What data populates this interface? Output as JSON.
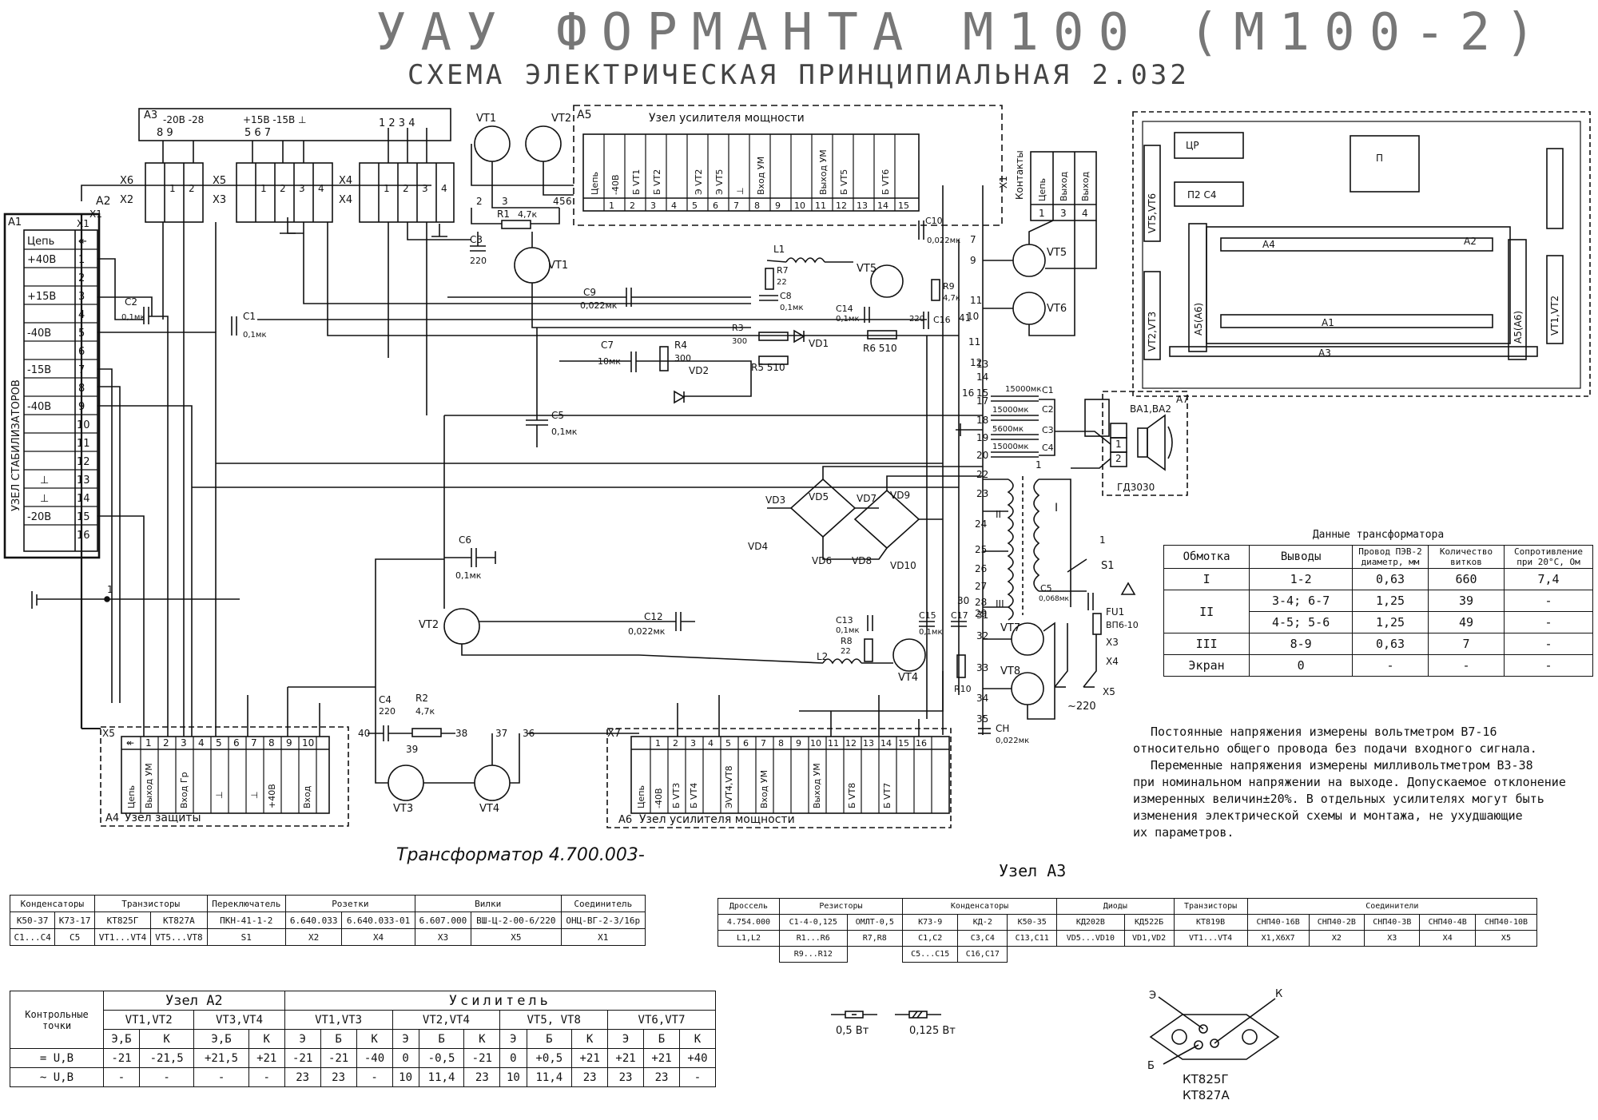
{
  "header": {
    "title": "УАУ ФОРМАНТА М100 (М100-2)",
    "subtitle": "СХЕМА ЭЛЕКТРИЧЕСКАЯ ПРИНЦИПИАЛЬНАЯ 2.032"
  },
  "stabilizer": {
    "tag": "А1",
    "name": "УЗЕЛ СТАБИЛИЗАТОРОВ",
    "connector": "Х1",
    "pins": [
      {
        "label": "Цепь",
        "num": "↞"
      },
      {
        "label": "+40В",
        "num": "1"
      },
      {
        "label": "",
        "num": "2"
      },
      {
        "label": "+15В",
        "num": "3"
      },
      {
        "label": "",
        "num": "4"
      },
      {
        "label": "-40В",
        "num": "5"
      },
      {
        "label": "",
        "num": "6"
      },
      {
        "label": "-15В",
        "num": "7"
      },
      {
        "label": "",
        "num": "8"
      },
      {
        "label": "-40В",
        "num": "9"
      },
      {
        "label": "",
        "num": "10"
      },
      {
        "label": "",
        "num": "11"
      },
      {
        "label": "",
        "num": "12"
      },
      {
        "label": "⊥",
        "num": "13"
      },
      {
        "label": "⊥",
        "num": "14"
      },
      {
        "label": "-20В",
        "num": "15"
      },
      {
        "label": "",
        "num": "16"
      }
    ]
  },
  "a2_block": {
    "tag": "А2",
    "x1": "Х1"
  },
  "a3_block": {
    "tag": "А3",
    "volt_left": "-20В -28",
    "pins_left": "8    9",
    "volt_right": "+15В -15В ⊥",
    "pins_right": "5   6   7",
    "pins_top": "1   2   3   4"
  },
  "connectors": {
    "x6": {
      "tag": "Х6",
      "sub": "Х2"
    },
    "x5": {
      "tag": "Х5",
      "sub": "Х3"
    },
    "x4": {
      "tag": "Х4",
      "sub": "Х4"
    },
    "x1c": {
      "tag": "Х1",
      "name": "Контакты"
    }
  },
  "a5_block": {
    "tag": "А5",
    "title": "Узел усилителя мощности",
    "pins": [
      "Цепь",
      "-40В",
      "Б VT1",
      "Б VT2",
      "",
      "Э VT2",
      "Э VT5",
      "⊥",
      "Вход УМ",
      "",
      "",
      "Выход УМ",
      "Б VT5",
      "",
      "Б VT6",
      ""
    ],
    "nums": [
      "",
      "1",
      "2",
      "3",
      "4",
      "5",
      "6",
      "7",
      "8",
      "9",
      "10",
      "11",
      "12",
      "13",
      "14",
      "15"
    ]
  },
  "x1_contacts": [
    "Цепь",
    "Выход",
    "Выход"
  ],
  "components": {
    "vt1": "VT1",
    "vt2": "VT2",
    "vt3": "VT3",
    "vt4": "VT4",
    "vt5": "VT5",
    "vt6": "VT6",
    "vt7": "VT7",
    "vt8": "VT8",
    "vt1b": "VT1",
    "vt2b": "VT2",
    "vt3b": "VT3",
    "vt4b": "VT4",
    "r1": "R1",
    "r1v": "4,7к",
    "c3": "C3",
    "c3v": "220",
    "c2": "C2",
    "c2v": "0,1мк",
    "c1": "C1",
    "c1v": "0,1мк",
    "c9": "C9",
    "c9v": "0,022мк",
    "c7": "C7",
    "c7v": "10мк",
    "r4": "R4",
    "r4v": "300",
    "r3": "R3",
    "r3v": "300",
    "r5": "R5 510",
    "r6": "R6 510",
    "vd1": "VD1",
    "vd2": "VD2",
    "c5": "C5",
    "c5v": "0,1мк",
    "c6": "C6",
    "c6v": "0,1мк",
    "c12": "C12",
    "c12v": "0,022мк",
    "c4": "C4",
    "c4v": "220",
    "r2": "R2",
    "r2v": "4,7к",
    "l1": "L1",
    "l2": "L2",
    "r7": "R7",
    "r7v": "22",
    "c8": "C8",
    "c8v": "0,1мк",
    "r9": "R9",
    "r9v": "4,7к",
    "c16": "C16",
    "c16v": "220",
    "c10": "C10",
    "c10v": "0,022мк",
    "c14": "C14",
    "c14v": "0,1мк",
    "c13": "C13",
    "c13v": "0,1мк",
    "r8": "R8",
    "r8v": "22",
    "c15": "C15",
    "c15v": "0,1мк",
    "c17": "C17",
    "r10": "R10",
    "ch": "CH",
    "chv": "0,022мк",
    "vd3": "VD3",
    "vd4": "VD4",
    "vd5": "VD5",
    "vd6": "VD6",
    "vd7": "VD7",
    "vd8": "VD8",
    "vd9": "VD9",
    "vd10": "VD10",
    "c1b": "C1",
    "c1bv": "15000мк",
    "c2b": "C2",
    "c2bv": "15000мк",
    "c3b": "C3",
    "c3bv": "5600мк",
    "c4b": "C4",
    "c4bv": "15000мк",
    "c5b": "C5",
    "c5bv": "0,068мк",
    "s1": "S1",
    "fu1": "FU1",
    "fu1v": "ВП6-10",
    "x3": "Х3",
    "x4": "Х4",
    "x5": "Х5",
    "mains": "~220",
    "a7": "А7",
    "ba": "ВА1,ВА2",
    "gd": "ГД3030",
    "tr1": "I",
    "tr2": "II",
    "tr3": "III"
  },
  "a4_block": {
    "tag": "А4",
    "name": "Узел защиты",
    "connector": "Х5",
    "pins": [
      "Цепь",
      "Выход УМ",
      "",
      "Вход Гр",
      "",
      "⊥",
      "",
      "⊥",
      "+40В",
      "",
      "Вход",
      ""
    ],
    "nums": [
      "↞",
      "1",
      "2",
      "3",
      "4",
      "5",
      "6",
      "7",
      "8",
      "9",
      "10"
    ]
  },
  "a6_block": {
    "tag": "А6",
    "name": "Узел усилителя мощности",
    "connector": "Х7",
    "pins": [
      "Цепь",
      "-40В",
      "Б VT3",
      "Б VT4",
      "",
      "ЭVT4,VT8",
      "",
      "Вход УМ",
      "",
      "",
      "Выход УМ",
      "",
      "Б VT8",
      "",
      "Б VT7",
      ""
    ],
    "nums": [
      "",
      "1",
      "2",
      "3",
      "4",
      "5",
      "6",
      "7",
      "8",
      "9",
      "10",
      "11",
      "12",
      "13",
      "14",
      "15",
      "16"
    ]
  },
  "nodes": [
    "2",
    "3",
    "4",
    "5",
    "6",
    "7",
    "9",
    "10",
    "11",
    "12",
    "13",
    "14",
    "15",
    "16",
    "17",
    "18",
    "19",
    "20",
    "22",
    "23",
    "24",
    "25",
    "26",
    "27",
    "28",
    "29",
    "30",
    "31",
    "32",
    "33",
    "34",
    "35",
    "36",
    "37",
    "38",
    "39",
    "40",
    "41",
    "1"
  ],
  "assembly": {
    "labels": [
      "ЦР",
      "П2 С4",
      "П",
      "VT5,VT6",
      "VT2,VT3",
      "А4",
      "А2",
      "А5(А6)",
      "А5(А6)",
      "VT1,VT2",
      "А1",
      "А3"
    ]
  },
  "transformer_table": {
    "title": "Данные трансформатора",
    "headers": [
      "Обмотка",
      "Выводы",
      "Провод ПЭВ-2 диаметр, мм",
      "Количество витков",
      "Сопротивление при 20°С, Ом"
    ],
    "rows": [
      [
        "I",
        "1-2",
        "0,63",
        "660",
        "7,4"
      ],
      [
        "II",
        "3-4; 6-7",
        "1,25",
        "39",
        "-"
      ],
      [
        "",
        "4-5; 5-6",
        "1,25",
        "49",
        "-"
      ],
      [
        "III",
        "8-9",
        "0,63",
        "7",
        "-"
      ],
      [
        "Экран",
        "0",
        "-",
        "-",
        "-"
      ]
    ]
  },
  "notes": [
    "Постоянные напряжения измерены вольтметром В7-16",
    "относительно общего провода без подачи входного сигнала.",
    "Переменные напряжения измерены милливольтметром В3-38",
    "при номинальном напряжении на выходе. Допускаемое отклонение",
    "измеренных величин±20%. В отдельных усилителях могут быть",
    "изменения электрической схемы и монтажа, не ухудшающие",
    "их параметров."
  ],
  "transformer_caption": "Трансформатор 4.700.003-",
  "a3_caption": "Узел А3",
  "parts_table_1": {
    "headers": [
      "Конденсаторы",
      "",
      "Транзисторы",
      "",
      "Переключатель",
      "Розетки",
      "",
      "Вилки",
      "",
      "Соединитель"
    ],
    "row1": [
      "К50-37",
      "К73-17",
      "КТ825Г",
      "КТ827А",
      "ПКН-41-1-2",
      "6.640.033",
      "6.640.033-01",
      "6.607.000",
      "ВШ-Ц-2-00-6/220",
      "ОНЦ-ВГ-2-3/16р"
    ],
    "row2": [
      "С1...С4",
      "С5",
      "VT1...VT4",
      "VT5...VT8",
      "S1",
      "Х2",
      "Х4",
      "Х3",
      "Х5",
      "Х1"
    ]
  },
  "parts_table_2": {
    "headers": [
      "Дроссель",
      "Резисторы",
      "",
      "Конденсаторы",
      "",
      "",
      "Диоды",
      "",
      "Транзисторы",
      "Соединители",
      "",
      "",
      "",
      ""
    ],
    "row1": [
      "4.754.000",
      "С1-4-0,125",
      "ОМЛТ-0,5",
      "К73-9",
      "КД-2",
      "К50-35",
      "КД202В",
      "КД522Б",
      "КТ819В",
      "СНП40-16В",
      "СНП40-2В",
      "СНП40-3В",
      "СНП40-4В",
      "СНП40-10В"
    ],
    "row2": [
      "L1,L2",
      "R1...R6",
      "R7,R8",
      "С1,С2",
      "С3,С4",
      "С13,С11",
      "VD5...VD10",
      "VD1,VD2",
      "VT1...VT4",
      "Х1,Х6Х7",
      "Х2",
      "Х3",
      "Х4",
      "Х5"
    ],
    "row3": [
      "",
      "R9...R12",
      "",
      "С5...С15",
      "С16,С17",
      "",
      "",
      "",
      "",
      "",
      "",
      "",
      "",
      ""
    ]
  },
  "control_table": {
    "title_tp": "Контрольные точки",
    "group_a2": "Узел А2",
    "group_amp": "Усилитель",
    "sub": [
      "VT1,VT2",
      "VT3,VT4",
      "VT1,VT3",
      "VT2,VT4",
      "VT5, VT8",
      "VT6,VT7"
    ],
    "cols": [
      "Э,Б",
      "К",
      "Э,Б",
      "К",
      "Э",
      "Б",
      "К",
      "Э",
      "Б",
      "К",
      "Э",
      "Б",
      "К",
      "Э",
      "Б",
      "К"
    ],
    "dc_label": "= U,В",
    "dc": [
      "-21",
      "-21,5",
      "+21,5",
      "+21",
      "-21",
      "-21",
      "-40",
      "0",
      "-0,5",
      "-21",
      "0",
      "+0,5",
      "+21",
      "+21",
      "+21",
      "+40"
    ],
    "ac_label": "~ U,В",
    "ac": [
      "-",
      "-",
      "-",
      "-",
      "23",
      "23",
      "-",
      "10",
      "11,4",
      "23",
      "10",
      "11,4",
      "23",
      "23",
      "23",
      "-"
    ]
  },
  "legend": {
    "r05": "0,5 Вт",
    "r0125": "0,125 Вт"
  },
  "pinout": {
    "e": "Э",
    "k": "К",
    "b": "Б",
    "name1": "КТ825Г",
    "name2": "КТ827А"
  }
}
